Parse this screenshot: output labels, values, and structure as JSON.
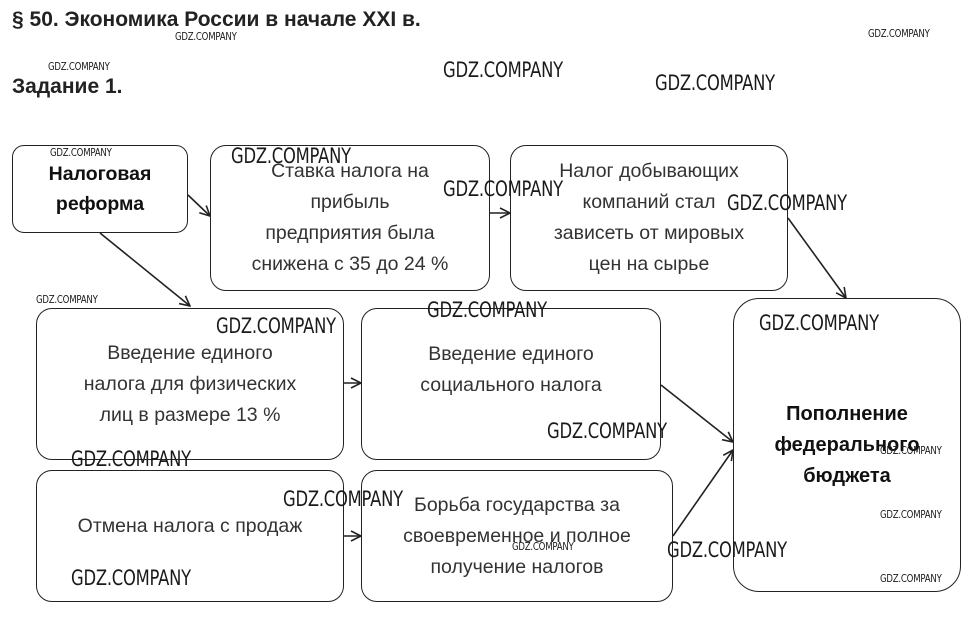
{
  "heading": {
    "title": "§ 50. Экономика России в начале XXI в.",
    "task": "Задание 1."
  },
  "diagram": {
    "reform": [
      "Налоговая",
      "реформа"
    ],
    "profit_tax": [
      "Ставка налога на",
      "прибыль",
      "предприятия была",
      "снижена с 35 до 24 %"
    ],
    "mining_tax": [
      "Налог добывающих",
      "компаний стал",
      "зависеть от мировых",
      "цен на сырье"
    ],
    "income_tax": [
      "Введение единого",
      "налога для физических",
      "лиц в размере 13 %"
    ],
    "social_tax": [
      "Введение единого",
      "социального налога"
    ],
    "budget": [
      "Пополнение",
      "федерального",
      "бюджета"
    ],
    "sales_tax": [
      "Отмена налога с продаж"
    ],
    "collection": [
      "Борьба государства за",
      "своевременное и полное",
      "получение налогов"
    ]
  },
  "watermark": "GDZ.COMPANY"
}
